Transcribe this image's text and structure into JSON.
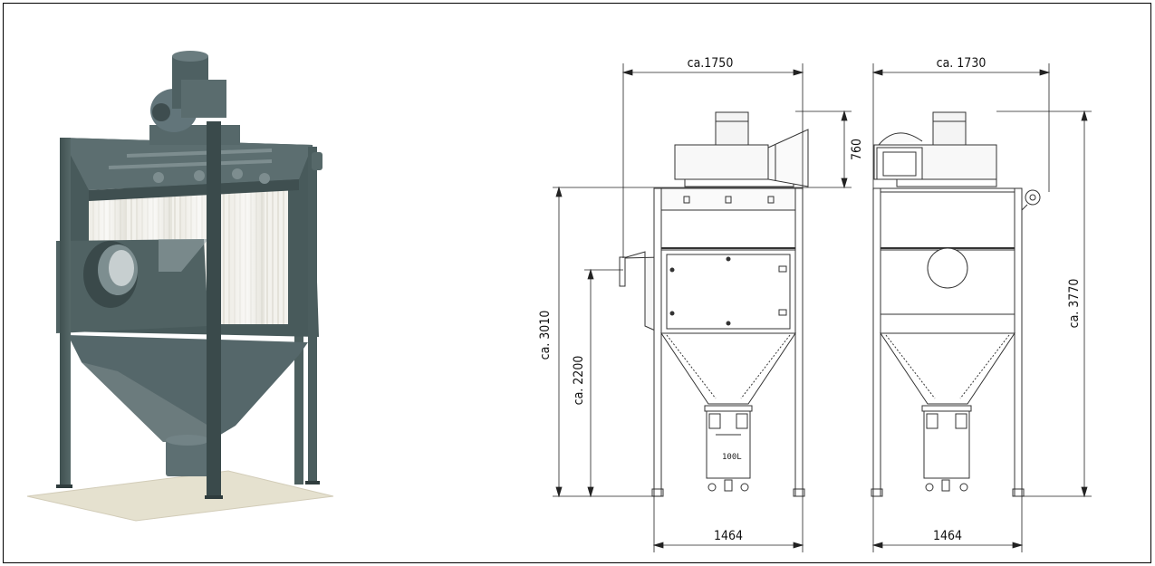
{
  "drawing": {
    "dimensions": {
      "front_width_top": "ca.1750",
      "side_width_top": "ca. 1730",
      "fan_height": "760",
      "overall_height_front": "ca. 3010",
      "inlet_height": "ca. 2200",
      "overall_height_side": "ca. 3770",
      "front_width_bottom": "1464",
      "side_width_bottom": "1464"
    },
    "bin_label": "100L"
  }
}
